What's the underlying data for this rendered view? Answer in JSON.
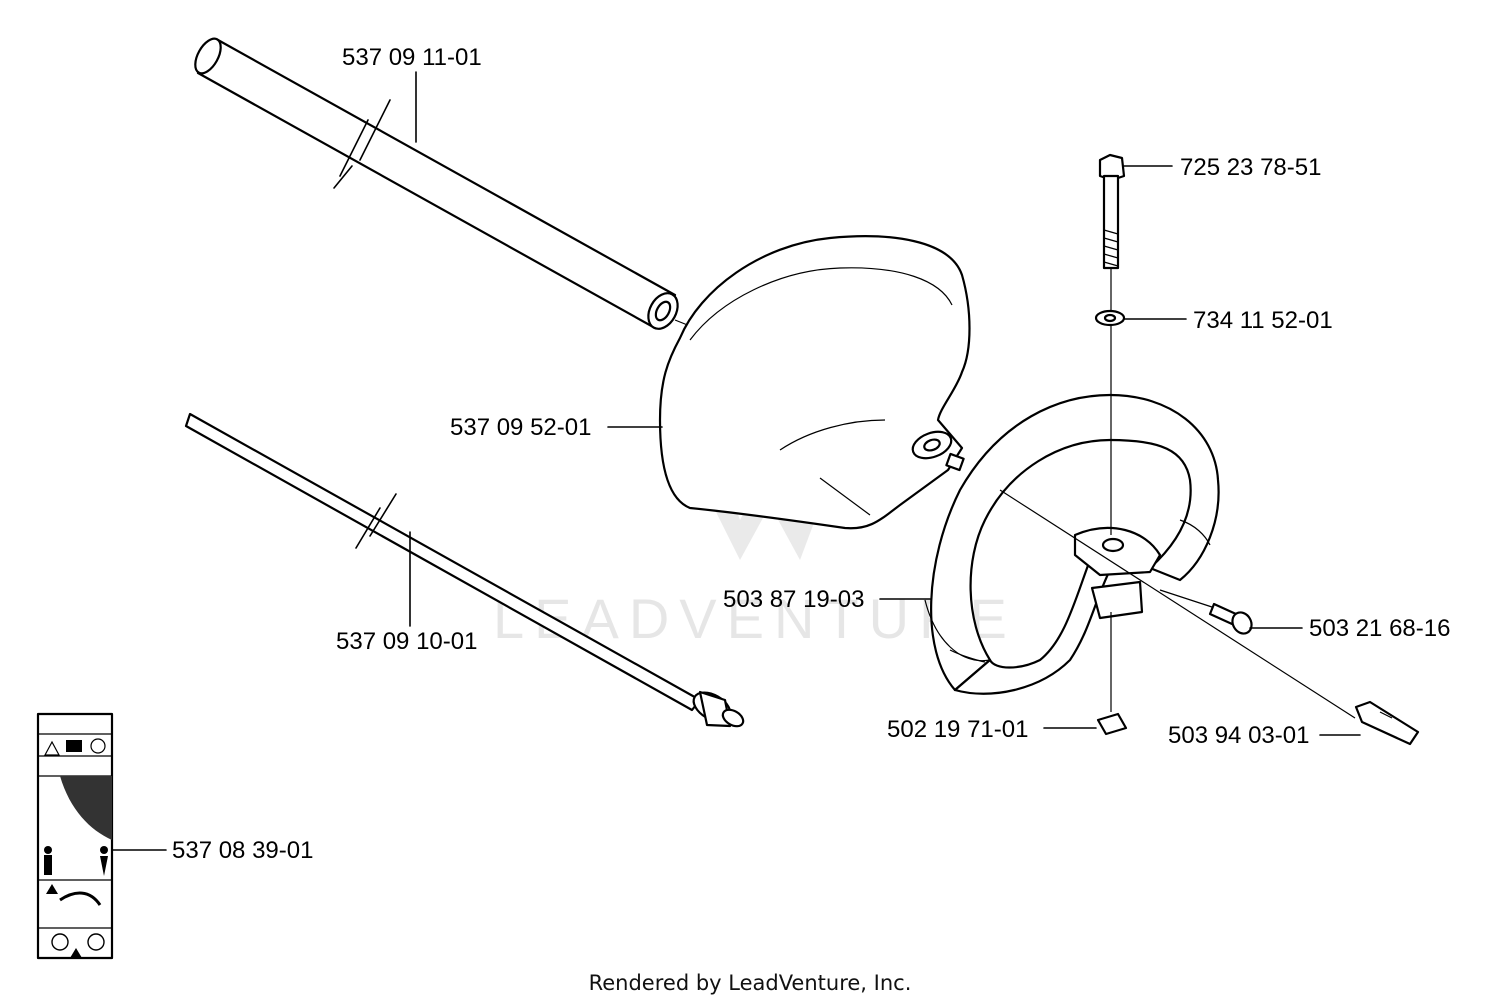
{
  "callouts": [
    {
      "id": "shaft_tube",
      "part_number": "537 09 11-01"
    },
    {
      "id": "guard",
      "part_number": "537 09 52-01"
    },
    {
      "id": "drive_shaft",
      "part_number": "537 09 10-01"
    },
    {
      "id": "decal",
      "part_number": "537 08 39-01"
    },
    {
      "id": "bolt",
      "part_number": "725 23 78-51"
    },
    {
      "id": "washer",
      "part_number": "734 11 52-01"
    },
    {
      "id": "handle",
      "part_number": "503 87 19-03"
    },
    {
      "id": "screw",
      "part_number": "503 21 68-16"
    },
    {
      "id": "nut",
      "part_number": "502 19 71-01"
    },
    {
      "id": "clamp",
      "part_number": "503 94 03-01"
    }
  ],
  "watermark": {
    "text": "LEADVENTURE"
  },
  "footer": {
    "text": "Rendered by LeadVenture, Inc."
  }
}
